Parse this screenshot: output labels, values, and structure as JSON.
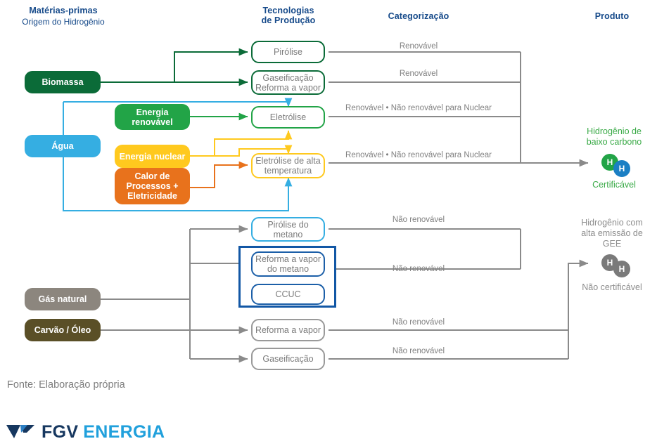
{
  "headers": {
    "raw_materials": "Matérias-primas",
    "raw_materials_sub": "Origem do Hidrogênio",
    "technologies_line1": "Tecnologias",
    "technologies_line2": "de Produção",
    "categorization": "Categorização",
    "product": "Produto"
  },
  "sources": [
    {
      "label": "Biomassa",
      "color": "#0B6B38"
    },
    {
      "label": "Água",
      "color": "#35AEE2"
    },
    {
      "label": "Gás natural",
      "color": "#8C867E"
    },
    {
      "label": "Carvão / Óleo",
      "color": "#5A4F27"
    }
  ],
  "energy_inputs": [
    {
      "label_line1": "Energia",
      "label_line2": "renovável",
      "color": "#22A447"
    },
    {
      "label_line1": "Energia nuclear",
      "label_line2": "",
      "color": "#FFC91E"
    },
    {
      "label_line1": "Calor de",
      "label_line2": "Processos +",
      "label_line3": "Eletricidade",
      "color": "#E8721C"
    }
  ],
  "technologies": [
    {
      "line1": "Pirólise",
      "line2": "",
      "border": "#0B6B38"
    },
    {
      "line1": "Gaseificação",
      "line2": "Reforma a vapor",
      "border": "#0B6B38"
    },
    {
      "line1": "Eletrólise",
      "line2": "",
      "border": "#22A447"
    },
    {
      "line1": "Eletrólise de alta",
      "line2": "temperatura",
      "border": "#FFC91E"
    },
    {
      "line1": "Pirólise do",
      "line2": "metano",
      "border": "#35AEE2"
    },
    {
      "line1": "Reforma a vapor",
      "line2": "do metano",
      "border": "#1C5FA8"
    },
    {
      "line1": "CCUC",
      "line2": "",
      "border": "#1C5FA8"
    },
    {
      "line1": "Reforma a vapor",
      "line2": "",
      "border": "#9a9a9a"
    },
    {
      "line1": "Gaseificação",
      "line2": "",
      "border": "#9a9a9a"
    }
  ],
  "categories": [
    "Renovável",
    "Renovável",
    "Renovável • Não renovável para Nuclear",
    "Renovável • Não renovável para Nuclear",
    "Não renovável",
    "Não renovável",
    "Não renovável",
    "Não renovável"
  ],
  "products": [
    {
      "title_line1": "Hidrogênio de",
      "title_line2": "baixo carbono",
      "subtitle": "Certificável",
      "color": "#3AAA47",
      "atoms": [
        "H",
        "H"
      ]
    },
    {
      "title_line1": "Hidrogênio com",
      "title_line2": "alta emissão de",
      "title_line3": "GEE",
      "subtitle": "Não certificável",
      "color": "#8d8d8d",
      "atoms": [
        "H",
        "H"
      ]
    }
  ],
  "footer": {
    "source": "Fonte: Elaboração própria",
    "logo_primary": "FGV",
    "logo_secondary": "ENERGIA"
  }
}
